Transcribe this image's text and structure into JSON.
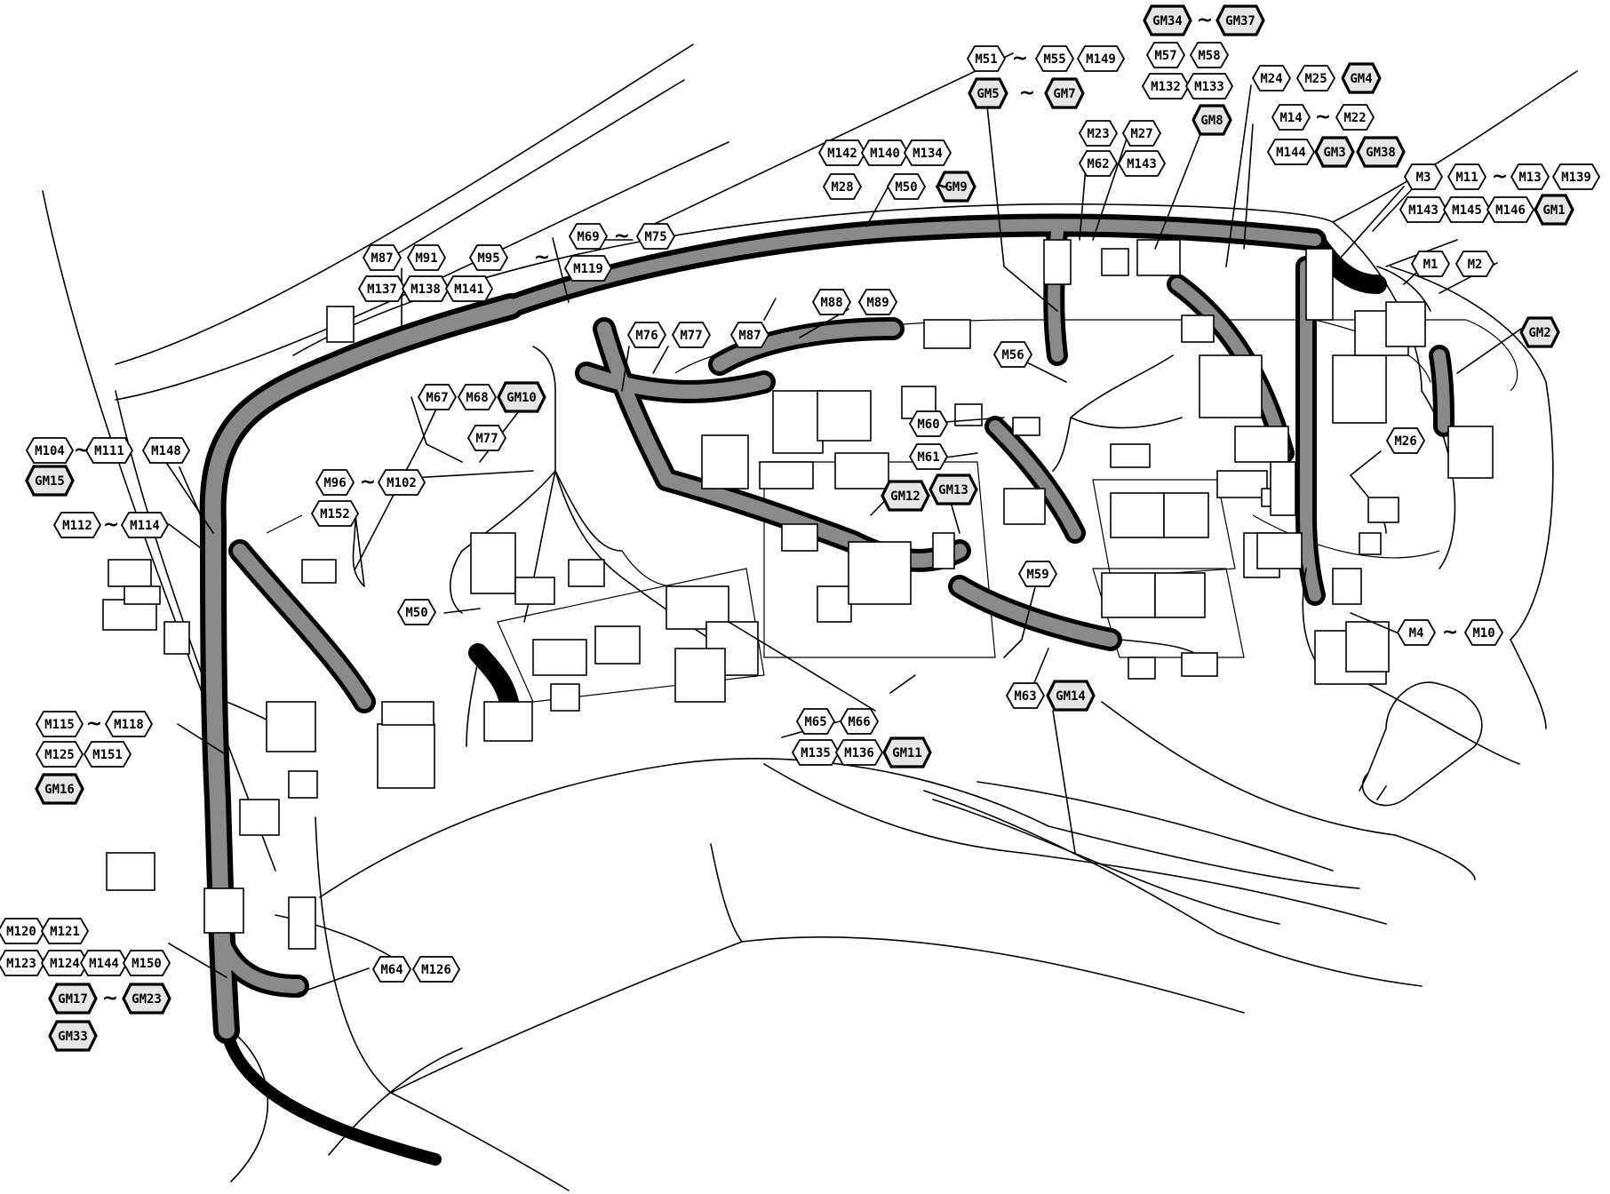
{
  "tags": {
    "m104": "M104",
    "m111": "M111",
    "m148": "M148",
    "gm15": "GM15",
    "m112": "M112",
    "m114": "M114",
    "m87": "M87",
    "m91": "M91",
    "m95": "M95",
    "m137": "M137",
    "m138": "M138",
    "m141": "M141",
    "m69": "M69",
    "m75": "M75",
    "m119": "M119",
    "m142": "M142",
    "m140": "M140",
    "m134": "M134",
    "m28": "M28",
    "m50": "M50",
    "gm9": "GM9",
    "m51": "M51",
    "m55": "M55",
    "m149": "M149",
    "gm5": "GM5",
    "gm7": "GM7",
    "gm34": "GM34",
    "gm37": "GM37",
    "m57": "M57",
    "m58": "M58",
    "m132": "M132",
    "m133": "M133",
    "gm8": "GM8",
    "m23": "M23",
    "m27": "M27",
    "m62": "M62",
    "m143": "M143",
    "m24": "M24",
    "m25": "M25",
    "gm4": "GM4",
    "m14": "M14",
    "m22": "M22",
    "m144": "M144",
    "gm3": "GM3",
    "gm38": "GM38",
    "m3": "M3",
    "m11": "M11",
    "m13": "M13",
    "m139": "M139",
    "m143b": "M143",
    "m145": "M145",
    "m146": "M146",
    "gm1": "GM1",
    "m1": "M1",
    "m2": "M2",
    "gm2": "GM2",
    "m88": "M88",
    "m89": "M89",
    "m76": "M76",
    "m77": "M77",
    "m87b": "M87",
    "m67": "M67",
    "m68": "M68",
    "gm10": "GM10",
    "m77b": "M77",
    "m96": "M96",
    "m102": "M102",
    "m152": "M152",
    "m56": "M56",
    "m60": "M60",
    "m61": "M61",
    "m26": "M26",
    "gm12": "GM12",
    "gm13": "GM13",
    "m59": "M59",
    "m50b": "M50",
    "m4": "M4",
    "m10": "M10",
    "m63": "M63",
    "gm14": "GM14",
    "m65": "M65",
    "m66": "M66",
    "m135": "M135",
    "m136": "M136",
    "gm11": "GM11",
    "m115": "M115",
    "m118": "M118",
    "m125": "M125",
    "m151": "M151",
    "gm16": "GM16",
    "m120": "M120",
    "m121": "M121",
    "m123": "M123",
    "m124": "M124",
    "m144b": "M144",
    "m150": "M150",
    "gm17": "GM17",
    "gm23": "GM23",
    "gm33": "GM33",
    "m64": "M64",
    "m126": "M126"
  },
  "range_symbol": "~"
}
